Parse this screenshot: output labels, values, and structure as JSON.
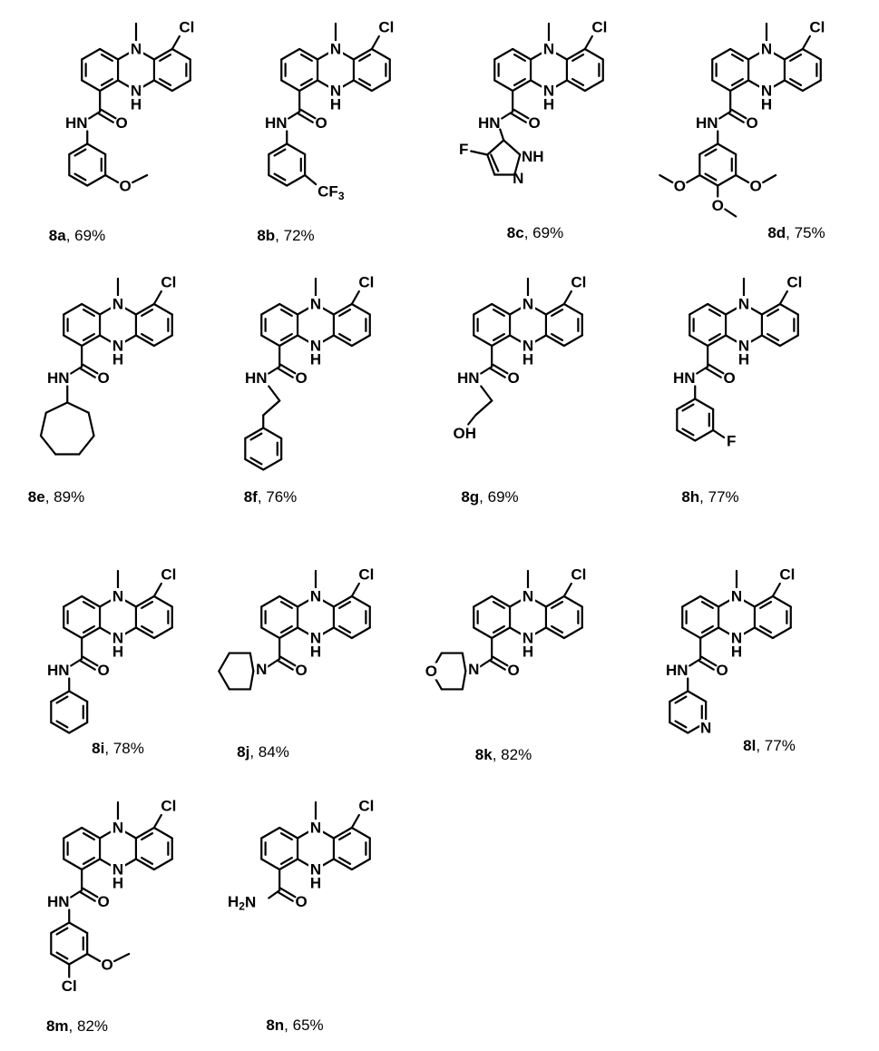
{
  "compounds": [
    {
      "id": "8a",
      "yield": ", 69%",
      "sub": "aryl-ome"
    },
    {
      "id": "8b",
      "yield": ", 72%",
      "sub": "aryl-cf3"
    },
    {
      "id": "8c",
      "yield": ", 69%",
      "sub": "pyrazole"
    },
    {
      "id": "8d",
      "yield": ", 75%",
      "sub": "trimethoxy"
    },
    {
      "id": "8e",
      "yield": ", 89%",
      "sub": "cycloheptyl"
    },
    {
      "id": "8f",
      "yield": ", 76%",
      "sub": "phenethyl"
    },
    {
      "id": "8g",
      "yield": ", 69%",
      "sub": "hydroxyethyl"
    },
    {
      "id": "8h",
      "yield": ", 77%",
      "sub": "aryl-f"
    },
    {
      "id": "8i",
      "yield": ", 78%",
      "sub": "phenyl"
    },
    {
      "id": "8j",
      "yield": ", 84%",
      "sub": "piperidine"
    },
    {
      "id": "8k",
      "yield": ", 82%",
      "sub": "morpholine"
    },
    {
      "id": "8l",
      "yield": ", 77%",
      "sub": "pyridyl"
    },
    {
      "id": "8m",
      "yield": ", 82%",
      "sub": "aryl-cl-ome"
    },
    {
      "id": "8n",
      "yield": ", 65%",
      "sub": "primary-amide"
    }
  ],
  "atom_labels": {
    "n": "N",
    "nh": "NH",
    "h": "H",
    "cl": "Cl",
    "o": "O",
    "hn": "HN",
    "f": "F",
    "oh": "OH",
    "cf3": "CF",
    "cf3_sub": "3",
    "h2n": "H",
    "h2n_sub": "2",
    "h2n_n": "N"
  }
}
